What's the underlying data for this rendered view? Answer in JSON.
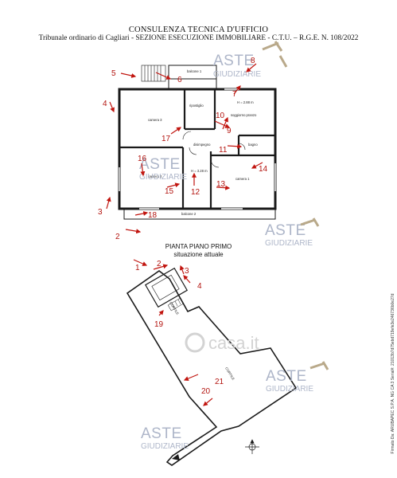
{
  "header": {
    "line1": "CONSULENZA TECNICA D'UFFICIO",
    "line2": "Tribunale ordinario di Cagliari - SEZIONE ESECUZIONE IMMOBILIARE - C.T.U. – R.G.E. N. 108/2022"
  },
  "plan_title": {
    "line1": "PIANTA PIANO PRIMO",
    "line2": "situazione attuale"
  },
  "rooms": {
    "balcone1": "balcone 1",
    "ripostiglio": "ripostiglio",
    "soggiorno": "soggiorno pranzo",
    "height_sogg": "H = 2.88 m",
    "camera3": "camera 3",
    "disimpegno": "disimpegno",
    "bagno": "bagno",
    "camera2": "camera 2",
    "height_cam": "H = 3.28 m",
    "camera1": "camera 1",
    "balcone2": "balcone 2",
    "cortile1": "CORTILE",
    "cortile2": "CORTILE"
  },
  "markers": [
    "1",
    "2",
    "3",
    "4",
    "5",
    "6",
    "7",
    "8",
    "9",
    "10",
    "11",
    "12",
    "13",
    "14",
    "15",
    "16",
    "17",
    "18",
    "19",
    "20",
    "21"
  ],
  "watermark": {
    "aste": "ASTE",
    "giudiziarie": "GIUDIZIARIE",
    "casa": "casa.it"
  },
  "side_note": "Firmato Da: ARUBAPEC S.P.A. NG CA 3 Serial#: 21013b7d75ebd719efe3e246736b0e27d",
  "colors": {
    "marker": "#c1150f",
    "wall": "#1a1a1a",
    "watermark": "#aeb6c9"
  }
}
